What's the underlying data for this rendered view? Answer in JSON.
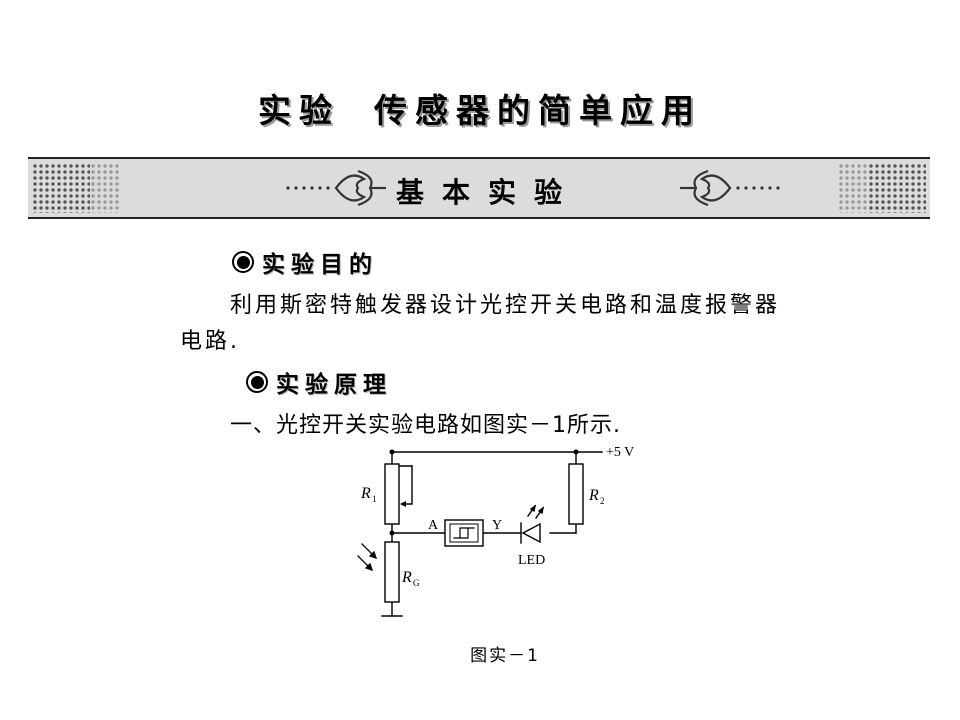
{
  "title": {
    "part1": "实验",
    "part2": "传感器的简单应用"
  },
  "banner": {
    "text": "基本实验"
  },
  "sections": {
    "purpose_heading": "实验目的",
    "purpose_line1": "利用斯密特触发器设计光控开关电路和温度报警器",
    "purpose_line2": "电路.",
    "principle_heading": "实验原理",
    "principle_line1": "一、光控开关实验电路如图实－1所示."
  },
  "circuit": {
    "supply_label": "+5 V",
    "r1_label": "R",
    "r1_sub": "1",
    "r2_label": "R",
    "r2_sub": "2",
    "rg_label": "R",
    "rg_sub": "G",
    "input_label": "A",
    "output_label": "Y",
    "led_label": "LED"
  },
  "figure_caption": "图实－1"
}
